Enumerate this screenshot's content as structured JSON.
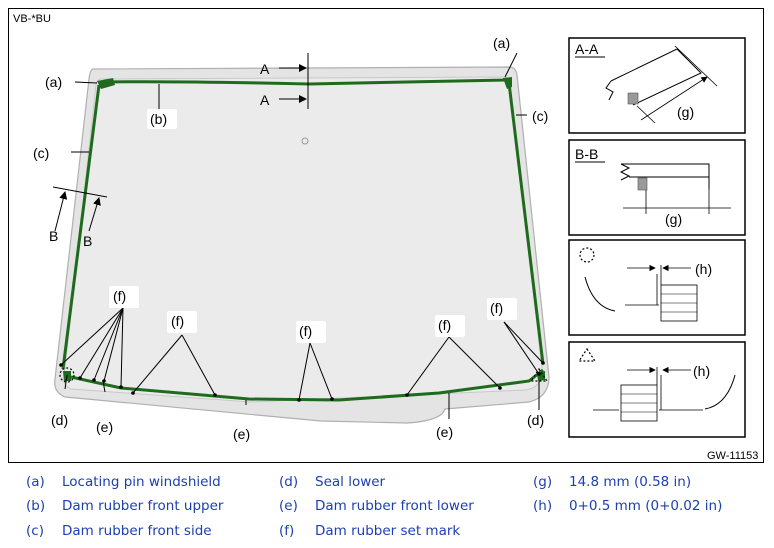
{
  "figure": {
    "model_code": "VB-*BU",
    "figure_id": "GW-11153"
  },
  "callouts": {
    "a": "(a)",
    "b": "(b)",
    "c": "(c)",
    "d": "(d)",
    "e": "(e)",
    "f": "(f)",
    "g": "(g)",
    "h": "(h)"
  },
  "section_markers": {
    "a": "A",
    "b": "B"
  },
  "details": {
    "aa": "A-A",
    "bb": "B-B"
  },
  "legend": [
    {
      "code": "(a)",
      "text": "Locating pin windshield"
    },
    {
      "code": "(b)",
      "text": "Dam rubber front upper"
    },
    {
      "code": "(c)",
      "text": "Dam rubber front side"
    },
    {
      "code": "(d)",
      "text": "Seal lower"
    },
    {
      "code": "(e)",
      "text": "Dam rubber front lower"
    },
    {
      "code": "(f)",
      "text": "Dam rubber set mark"
    },
    {
      "code": "(g)",
      "text": "14.8 mm (0.58 in)"
    },
    {
      "code": "(h)",
      "text": "0+0.5 mm (0+0.02 in)"
    }
  ],
  "colors": {
    "dam_rubber": "#1e6b1e",
    "glass": "#ececec",
    "legend_text": "#1d3fb1"
  }
}
